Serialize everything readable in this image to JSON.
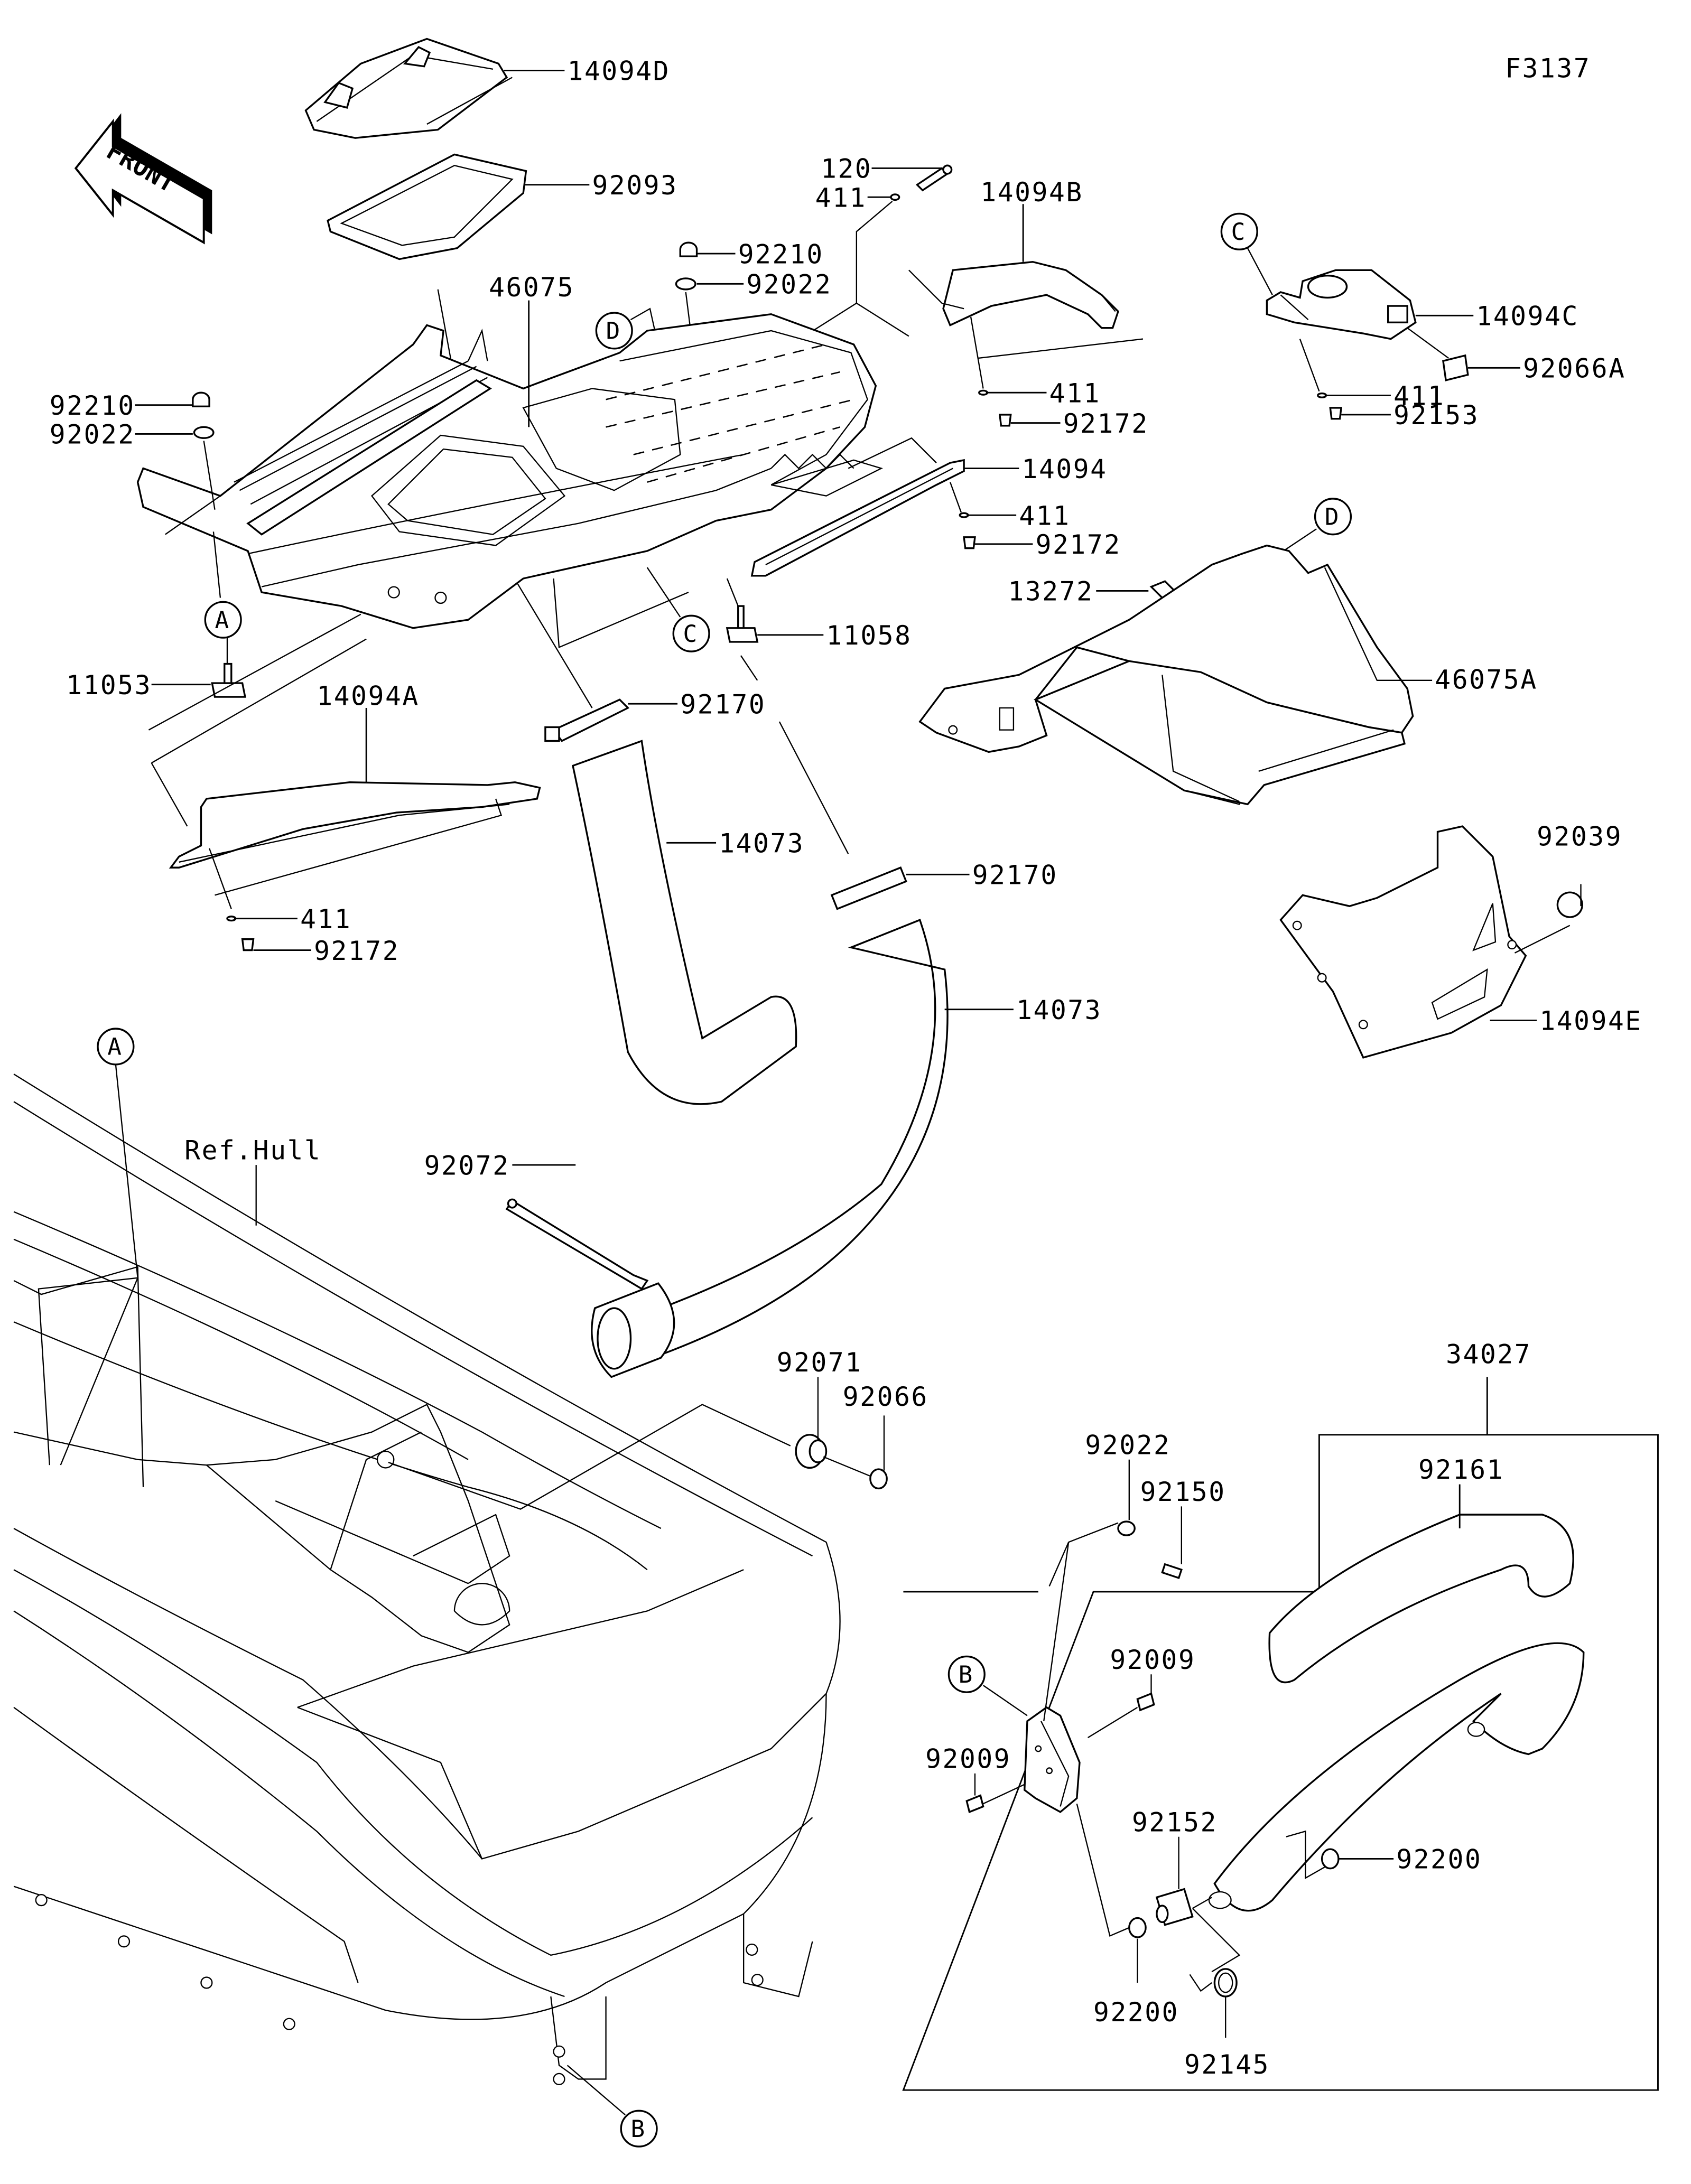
{
  "figure_code": "F3137",
  "front_arrow": {
    "label": "FRONT",
    "icon": "front-direction-arrow"
  },
  "reference_label": "Ref.Hull",
  "callout_markers": [
    "A",
    "B",
    "C",
    "D"
  ],
  "parts": {
    "p14094D": "14094D",
    "p92093": "92093",
    "p120": "120",
    "p411_top": "411",
    "p14094B": "14094B",
    "p92210_top": "92210",
    "p92022_top": "92022",
    "p46075": "46075",
    "p92210_left": "92210",
    "p92022_left": "92022",
    "p411_b": "411",
    "p92172_b": "92172",
    "p14094": "14094",
    "p411_14094": "411",
    "p92172_14094": "92172",
    "p14094C": "14094C",
    "p92066A": "92066A",
    "p411_c": "411",
    "p92153": "92153",
    "p13272": "13272",
    "p11058": "11058",
    "p11053": "11053",
    "p46075A": "46075A",
    "p14094A": "14094A",
    "p92170_a": "92170",
    "p411_a": "411",
    "p92172_a": "92172",
    "p14073_a": "14073",
    "p92170_b": "92170",
    "p92039": "92039",
    "p14073_b": "14073",
    "p14094E": "14094E",
    "p92072": "92072",
    "p92071": "92071",
    "p92066": "92066",
    "p34027": "34027",
    "p92161": "92161",
    "p92022_box": "92022",
    "p92150": "92150",
    "p92009_r": "92009",
    "p92009_l": "92009",
    "p92152": "92152",
    "p92200_r": "92200",
    "p92200_b": "92200",
    "p92145": "92145"
  }
}
